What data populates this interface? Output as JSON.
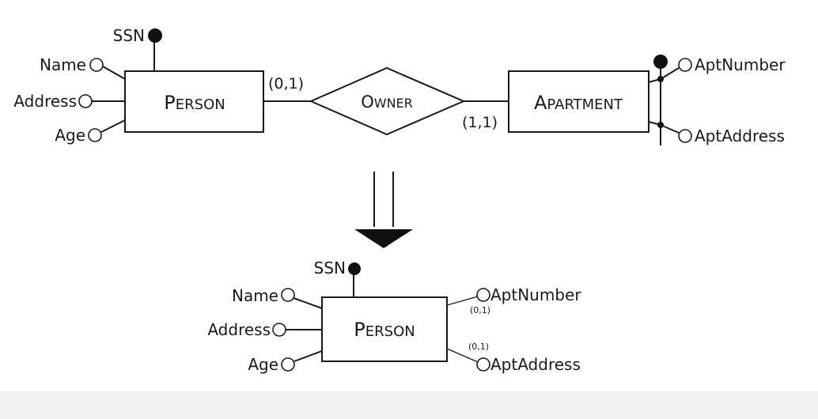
{
  "top": {
    "person": {
      "initial": "P",
      "rest": "ERSON"
    },
    "relationship": {
      "initial": "O",
      "rest": "WNER"
    },
    "apartment": {
      "initial": "A",
      "rest": "PARTMENT"
    },
    "person_attrs": {
      "ssn": "SSN",
      "name": "Name",
      "address": "Address",
      "age": "Age"
    },
    "apartment_attrs": {
      "number": "AptNumber",
      "address": "AptAddress"
    },
    "card_person": "(0,1)",
    "card_apartment": "(1,1)"
  },
  "bottom": {
    "person": {
      "initial": "P",
      "rest": "ERSON"
    },
    "attrs": {
      "ssn": "SSN",
      "name": "Name",
      "address": "Address",
      "age": "Age",
      "apt_number": "AptNumber",
      "apt_address": "AptAddress"
    },
    "card_number": "(0,1)",
    "card_address": "(0,1)"
  },
  "colors": {
    "ink": "#1a1a1a",
    "background": "#ffffff",
    "footer_band": "#f1f1f3"
  }
}
